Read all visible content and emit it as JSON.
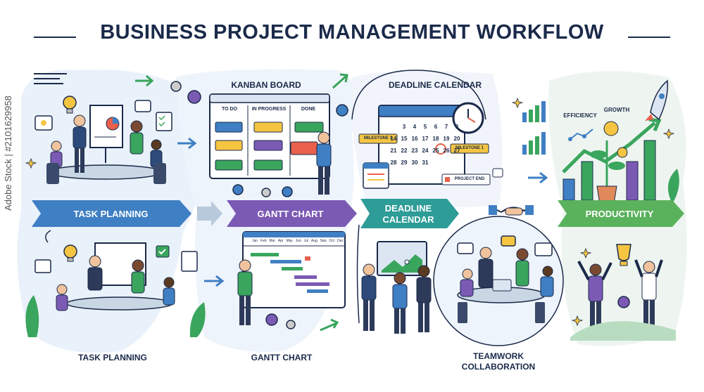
{
  "title": "BUSINESS PROJECT MANAGEMENT WORKFLOW",
  "sections": {
    "kanban_label": "KANBAN BOARD",
    "kanban_columns": [
      "TO DO",
      "IN PROGRESS",
      "DONE"
    ],
    "deadline_label": "DEADLINE CALENDAR",
    "calendar_numbers": [
      [
        "",
        "",
        "",
        "",
        "",
        "",
        ""
      ],
      [
        "14",
        "15",
        "16",
        "17",
        "18",
        "19",
        "20"
      ],
      [
        "21",
        "22",
        "23",
        "24",
        "25",
        "26",
        "27"
      ],
      [
        "28",
        "29",
        "30",
        "31",
        "",
        "",
        ""
      ]
    ],
    "calendar_top_row": [
      "",
      "3",
      "4",
      "5",
      "6",
      "7",
      "8"
    ],
    "milestone_1_left": "MILESTONE 1",
    "milestone_1_right": "MILESTONE 1",
    "project_end": "PROJECT END",
    "efficiency_label": "EFFICIENCY",
    "growth_label": "GROWTH",
    "gantt_months": [
      "Jan",
      "Feb",
      "Mar",
      "Apr",
      "May",
      "Jun",
      "Jul",
      "Aug",
      "Sep",
      "Oct",
      "Dec"
    ]
  },
  "banners": {
    "task_planning": "TASK PLANNING",
    "gantt_chart": "GANTT CHART",
    "deadline_calendar_line1": "DEADLINE",
    "deadline_calendar_line2": "CALENDAR",
    "productivity": "PRODUCTIVITY"
  },
  "bottom_labels": {
    "task_planning": "TASK PLANNING",
    "gantt_chart": "GANTT CHART",
    "teamwork_line1": "TEAMWORK",
    "teamwork_line2": "COLLABORATION"
  },
  "watermark": "Adobe Stock | #2101629958",
  "colors": {
    "navy": "#1b2a4a",
    "blue_banner": "#3f7fc4",
    "purple_banner": "#7b5ab4",
    "teal_banner": "#2e9c97",
    "green_banner": "#5ab25c",
    "bg_blob": "#e8f1fa"
  }
}
